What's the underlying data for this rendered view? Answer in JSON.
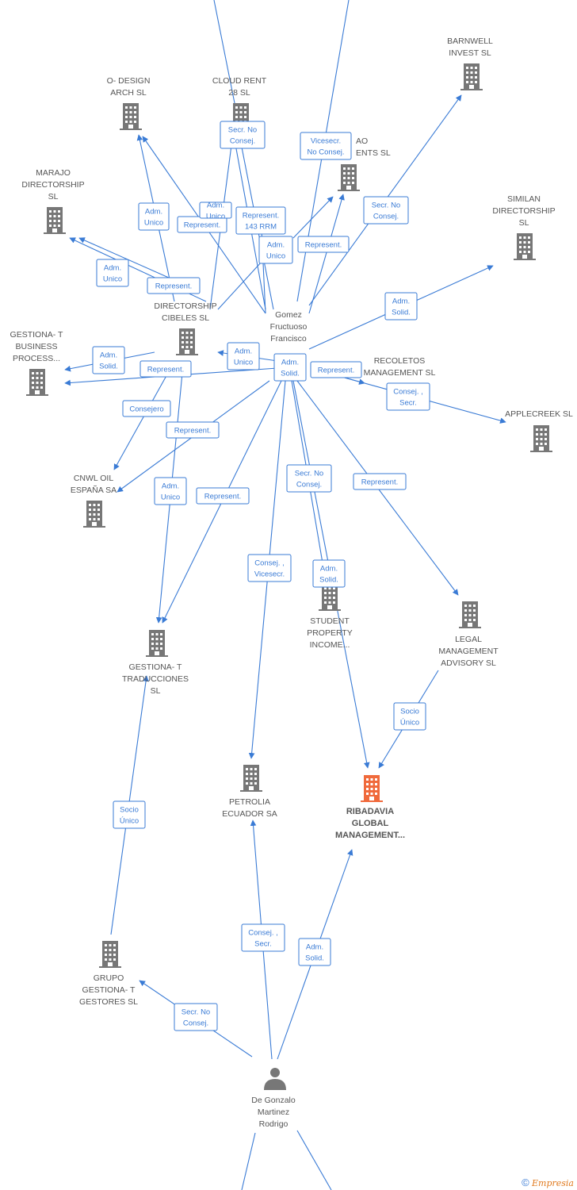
{
  "colors": {
    "edge": "#3a7bd5",
    "building": "#777777",
    "building_main": "#f06a3c",
    "text": "#555555"
  },
  "nodes": [
    {
      "id": "odesign",
      "type": "company",
      "label": [
        "O- DESIGN",
        "ARCH  SL"
      ]
    },
    {
      "id": "cloudrent",
      "type": "company",
      "label": [
        "CLOUD RENT",
        "28  SL"
      ]
    },
    {
      "id": "barnwell",
      "type": "company",
      "label": [
        "BARNWELL",
        "INVEST  SL"
      ]
    },
    {
      "id": "aoments",
      "type": "company",
      "label": [
        "AO",
        "ENTS SL"
      ]
    },
    {
      "id": "marajo",
      "type": "company",
      "label": [
        "MARAJO",
        "DIRECTORSHIP",
        "SL"
      ]
    },
    {
      "id": "similan",
      "type": "company",
      "label": [
        "SIMILAN",
        "DIRECTORSHIP",
        "SL"
      ]
    },
    {
      "id": "cibeles",
      "type": "company",
      "label": [
        "DIRECTORSHIP",
        "CIBELES SL"
      ]
    },
    {
      "id": "gestionabp",
      "type": "company",
      "label": [
        "GESTIONA- T",
        "BUSINESS",
        "PROCESS..."
      ]
    },
    {
      "id": "recoletos",
      "type": "company",
      "label": [
        "RECOLETOS",
        "MANAGEMENT SL"
      ]
    },
    {
      "id": "applecreek",
      "type": "company",
      "label": [
        "APPLECREEK SL"
      ]
    },
    {
      "id": "cnwl",
      "type": "company",
      "label": [
        "CNWL OIL",
        "ESPAÑA SA"
      ]
    },
    {
      "id": "student",
      "type": "company",
      "label": [
        "STUDENT",
        "PROPERTY",
        "INCOME..."
      ]
    },
    {
      "id": "legal",
      "type": "company",
      "label": [
        "LEGAL",
        "MANAGEMENT",
        "ADVISORY  SL"
      ]
    },
    {
      "id": "traducciones",
      "type": "company",
      "label": [
        "GESTIONA- T",
        "TRADUCCIONES",
        "SL"
      ]
    },
    {
      "id": "petrolia",
      "type": "company",
      "label": [
        "PETROLIA",
        "ECUADOR SA"
      ]
    },
    {
      "id": "ribadavia",
      "type": "company_main",
      "label": [
        "RIBADAVIA",
        "GLOBAL",
        "MANAGEMENT..."
      ]
    },
    {
      "id": "grupo",
      "type": "company",
      "label": [
        "GRUPO",
        "GESTIONA- T",
        "GESTORES  SL"
      ]
    },
    {
      "id": "gomez",
      "type": "person_text",
      "label": [
        "Gomez",
        "Fructuoso",
        "Francisco"
      ]
    },
    {
      "id": "degonzalo",
      "type": "person",
      "label": [
        "De Gonzalo",
        "Martinez",
        "Rodrigo"
      ]
    }
  ],
  "edge_labels": [
    [
      "Secr.  No",
      "Consej."
    ],
    [
      "Vicesecr.",
      "No Consej."
    ],
    [
      "Secr.  No",
      "Consej."
    ],
    [
      "Adm.",
      "Unico"
    ],
    [
      "Adm.",
      "Unico"
    ],
    [
      "Represent."
    ],
    [
      "Represent.",
      "143 RRM"
    ],
    [
      "Adm.",
      "Unico"
    ],
    [
      "Represent."
    ],
    [
      "Adm.",
      "Unico"
    ],
    [
      "Represent."
    ],
    [
      "Adm.",
      "Solid."
    ],
    [
      "Adm.",
      "Solid."
    ],
    [
      "Adm.",
      "Unico"
    ],
    [
      "Adm.",
      "Solid."
    ],
    [
      "Represent."
    ],
    [
      "Represent."
    ],
    [
      "Consej. ,",
      "Secr."
    ],
    [
      "Consejero"
    ],
    [
      "Represent."
    ],
    [
      "Adm.",
      "Unico"
    ],
    [
      "Represent."
    ],
    [
      "Secr.  No",
      "Consej."
    ],
    [
      "Represent."
    ],
    [
      "Consej. ,",
      "Vicesecr."
    ],
    [
      "Adm.",
      "Solid."
    ],
    [
      "Socio",
      "Único"
    ],
    [
      "Socio",
      "Único"
    ],
    [
      "Consej. ,",
      "Secr."
    ],
    [
      "Adm.",
      "Solid."
    ],
    [
      "Secr.  No",
      "Consej."
    ]
  ],
  "footer": {
    "copyright": "©",
    "brand": "Empresia"
  }
}
